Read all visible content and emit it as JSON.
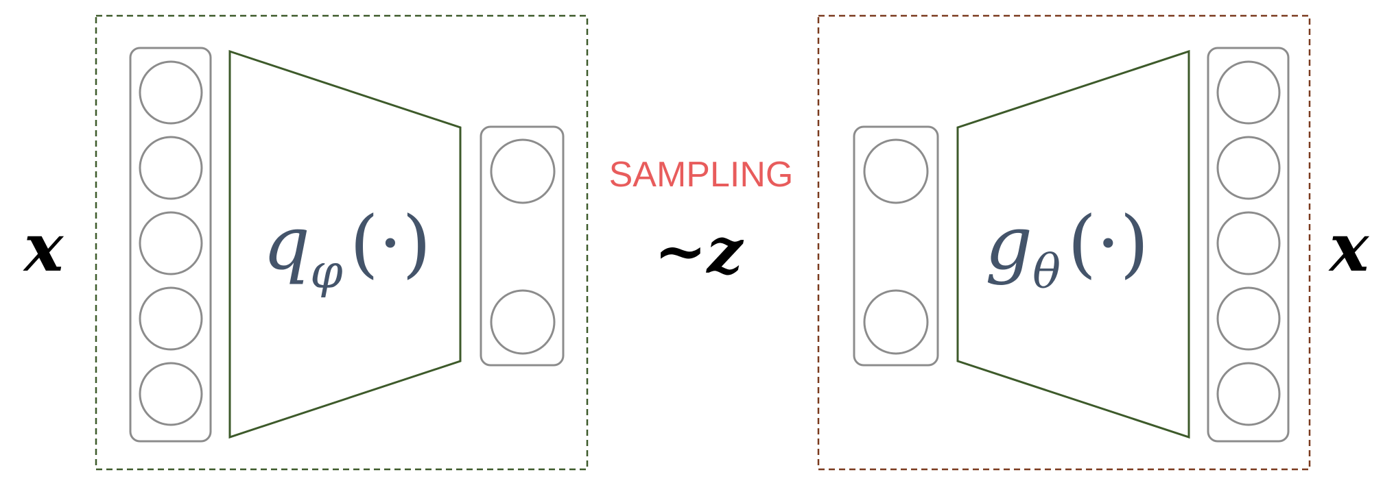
{
  "input_label": "x",
  "output_label": "x",
  "sampling_label": "SAMPLING",
  "latent_label": "~z",
  "encoder": {
    "function": "q",
    "subscript": "φ",
    "arg": "(·)"
  },
  "decoder": {
    "function": "g",
    "subscript": "θ",
    "arg": "(·)"
  },
  "colors": {
    "encoder_border": "#3d5a2a",
    "decoder_border": "#7a3a1e",
    "trapezoid": "#3d5a2a",
    "node": "#8c8c8c",
    "function_text": "#44546a",
    "sampling": "#e85c5c",
    "variable": "#000000"
  },
  "layers": {
    "encoder_input_nodes": 5,
    "encoder_latent_nodes": 2,
    "decoder_latent_nodes": 2,
    "decoder_output_nodes": 5
  }
}
